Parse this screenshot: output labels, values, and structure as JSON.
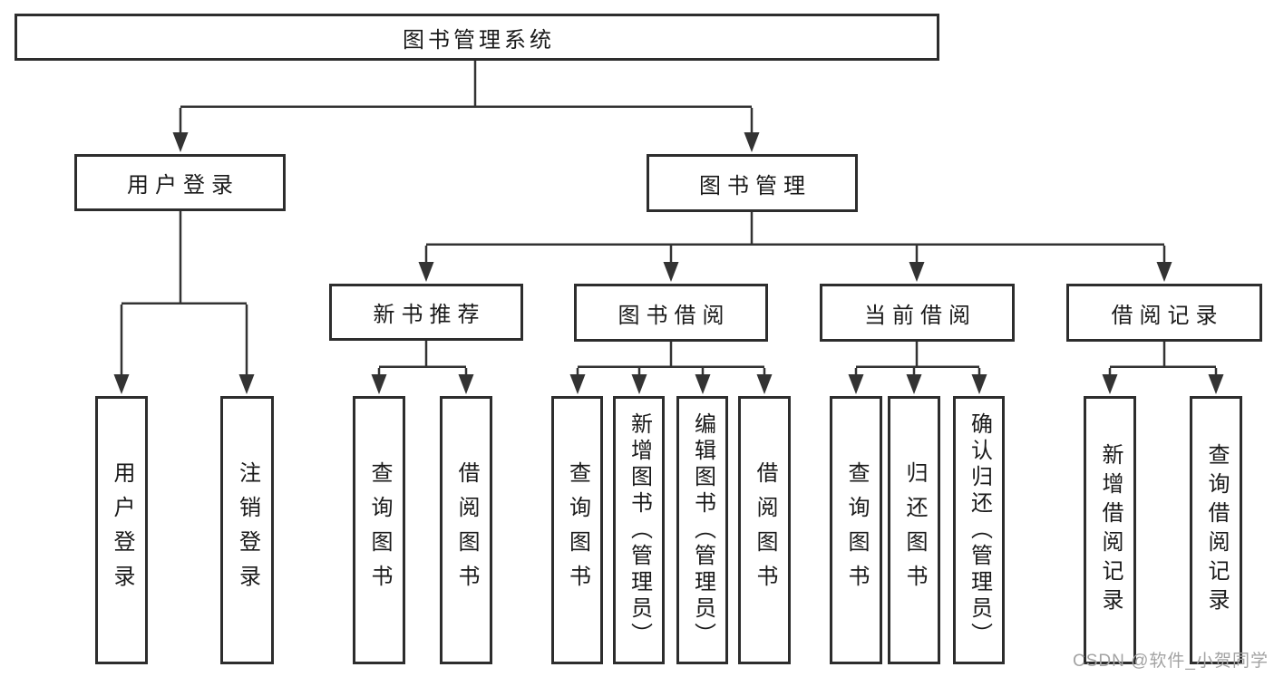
{
  "root_label": "图书管理系统",
  "level2": [
    {
      "label": "用户登录"
    },
    {
      "label": "图书管理"
    }
  ],
  "level3": [
    {
      "label": "新书推荐"
    },
    {
      "label": "图书借阅"
    },
    {
      "label": "当前借阅"
    },
    {
      "label": "借阅记录"
    }
  ],
  "leaves": [
    {
      "label": "用户登录"
    },
    {
      "label": "注销登录"
    },
    {
      "label": "查询图书"
    },
    {
      "label": "借阅图书"
    },
    {
      "label": "查询图书"
    },
    {
      "label": "新增图书（管理员）"
    },
    {
      "label": "编辑图书（管理员）"
    },
    {
      "label": "借阅图书"
    },
    {
      "label": "查询图书"
    },
    {
      "label": "归还图书"
    },
    {
      "label": "确认归还（管理员）"
    },
    {
      "label": "新增借阅记录"
    },
    {
      "label": "查询借阅记录"
    }
  ],
  "watermark": {
    "text": "CSDN @软件_小贺同学"
  },
  "colors": {
    "box_border": "#2d2d2d",
    "connector": "#333333",
    "text": "#1a1a1a",
    "watermark": "#a3a3a3",
    "background": "#ffffff"
  }
}
